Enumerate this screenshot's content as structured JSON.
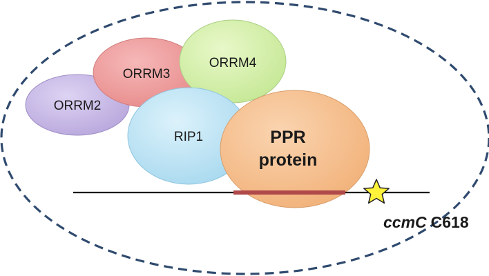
{
  "diagram": {
    "proteins": [
      {
        "id": "orrm2",
        "label": "ORRM2",
        "fill": "#c7b9e6",
        "stroke": "#9d8cc4"
      },
      {
        "id": "orrm3",
        "label": "ORRM3",
        "fill": "#ef9d9d",
        "stroke": "#d07c7c"
      },
      {
        "id": "orrm4",
        "label": "ORRM4",
        "fill": "#d4efa7",
        "stroke": "#a9cf83"
      },
      {
        "id": "rip1",
        "label": "RIP1",
        "fill": "#bfe4f5",
        "stroke": "#8ec4df"
      },
      {
        "id": "ppr",
        "label_line1": "PPR",
        "label_line2": "protein",
        "fill": "#f6c191",
        "stroke": "#d89e6c"
      }
    ],
    "complex_boundary_color": "#2f4a6e",
    "rna_line_color": "#111111",
    "binding_segment_color": "#b04a4a",
    "edit_site": {
      "gene": "ccmC",
      "position": "C618",
      "star_fill": "#fff23a",
      "star_stroke": "#222222"
    }
  }
}
